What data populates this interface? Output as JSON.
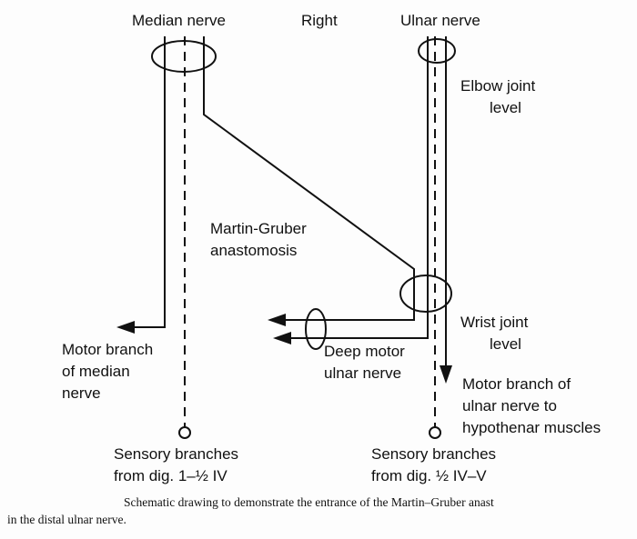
{
  "labels": {
    "median_nerve": "Median nerve",
    "right": "Right",
    "ulnar_nerve": "Ulnar nerve",
    "elbow_line1": "Elbow joint",
    "elbow_line2": "level",
    "mg_line1": "Martin-Gruber",
    "mg_line2": "anastomosis",
    "wrist_line1": "Wrist joint",
    "wrist_line2": "level",
    "motor_median_line1": "Motor branch",
    "motor_median_line2": "of median",
    "motor_median_line3": "nerve",
    "deep_motor_line1": "Deep motor",
    "deep_motor_line2": "ulnar nerve",
    "motor_ulnar_line1": "Motor branch of",
    "motor_ulnar_line2": "ulnar nerve to",
    "motor_ulnar_line3": "hypothenar muscles",
    "sensory_left_line1": "Sensory branches",
    "sensory_left_line2": "from dig. 1–½ IV",
    "sensory_right_line1": "Sensory branches",
    "sensory_right_line2": "from dig. ½ IV–V"
  },
  "caption": {
    "line1": "Schematic drawing to demonstrate the entrance of the Martin–Gruber anast",
    "line2": "in the distal ulnar nerve."
  }
}
